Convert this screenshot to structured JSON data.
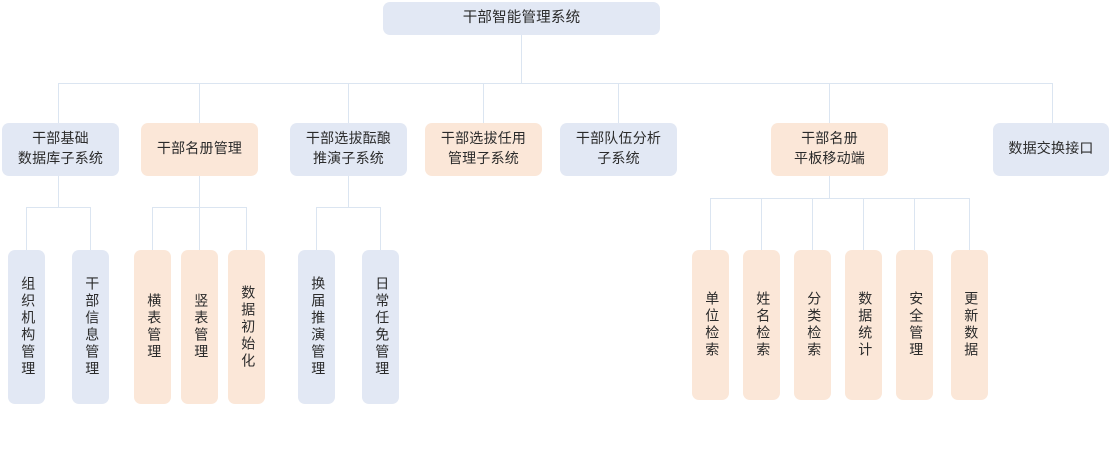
{
  "diagram": {
    "title": "干部智能管理系统",
    "type": "org-tree",
    "palette": {
      "blue": "#e2e8f4",
      "peach": "#fbe7d8",
      "line": "#dbe5f1",
      "text": "#2b2b2b",
      "background": "#ffffff"
    },
    "root": {
      "label": "干部智能管理系统",
      "color": "blue"
    },
    "level2": [
      {
        "label": "干部基础\n数据库子系统",
        "color": "blue"
      },
      {
        "label": "干部名册管理",
        "color": "peach"
      },
      {
        "label": "干部选拔酝酿\n推演子系统",
        "color": "blue"
      },
      {
        "label": "干部选拔任用\n管理子系统",
        "color": "peach"
      },
      {
        "label": "干部队伍分析\n子系统",
        "color": "blue"
      },
      {
        "label": "干部名册\n平板移动端",
        "color": "peach"
      },
      {
        "label": "数据交换接口",
        "color": "blue"
      }
    ],
    "group_db": [
      {
        "label": "组织机构管理",
        "color": "blue"
      },
      {
        "label": "干部信息管理",
        "color": "blue"
      }
    ],
    "group_roster": [
      {
        "label": "横表管理",
        "color": "peach"
      },
      {
        "label": "竖表管理",
        "color": "peach"
      },
      {
        "label": "数据初始化",
        "color": "peach"
      }
    ],
    "group_selection": [
      {
        "label": "换届推演管理",
        "color": "blue"
      },
      {
        "label": "日常任免管理",
        "color": "blue"
      }
    ],
    "group_mobile": [
      {
        "label": "单位检索",
        "color": "peach"
      },
      {
        "label": "姓名检索",
        "color": "peach"
      },
      {
        "label": "分类检索",
        "color": "peach"
      },
      {
        "label": "数据统计",
        "color": "peach"
      },
      {
        "label": "安全管理",
        "color": "peach"
      },
      {
        "label": "更新数据",
        "color": "peach"
      }
    ]
  }
}
